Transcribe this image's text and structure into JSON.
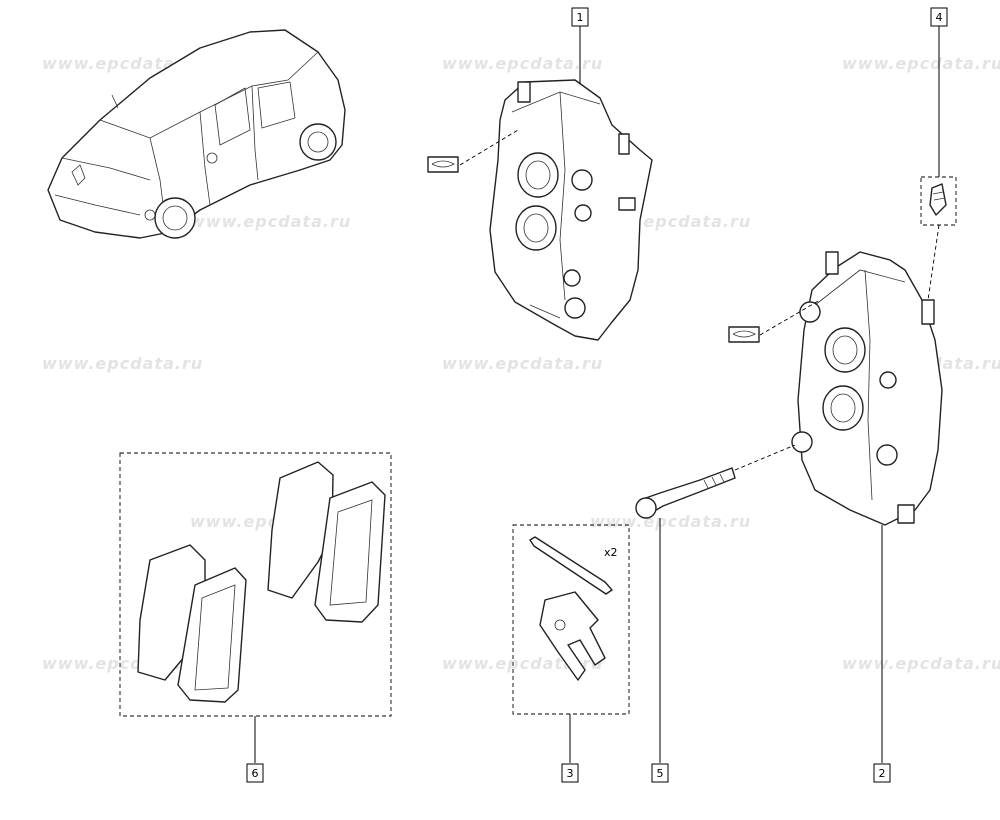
{
  "watermark": "www.epcdata.ru",
  "quantity_note": "x2",
  "callouts": [
    {
      "id": "1",
      "label": "1"
    },
    {
      "id": "2",
      "label": "2"
    },
    {
      "id": "3",
      "label": "3"
    },
    {
      "id": "4",
      "label": "4"
    },
    {
      "id": "5",
      "label": "5"
    },
    {
      "id": "6",
      "label": "6"
    }
  ]
}
